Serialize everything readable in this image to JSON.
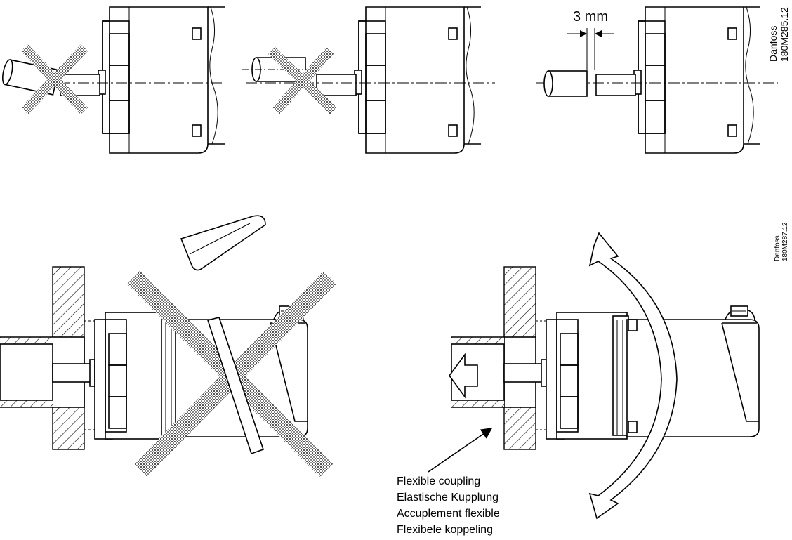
{
  "dimension_label": "3 mm",
  "drawing_refs": [
    "Danfoss\n180M285.12",
    "Danfoss\n180M287.12"
  ],
  "coupling_labels": [
    "Flexible coupling",
    "Elastische Kupplung",
    "Accuplement flexible",
    "Flexibele koppeling"
  ]
}
